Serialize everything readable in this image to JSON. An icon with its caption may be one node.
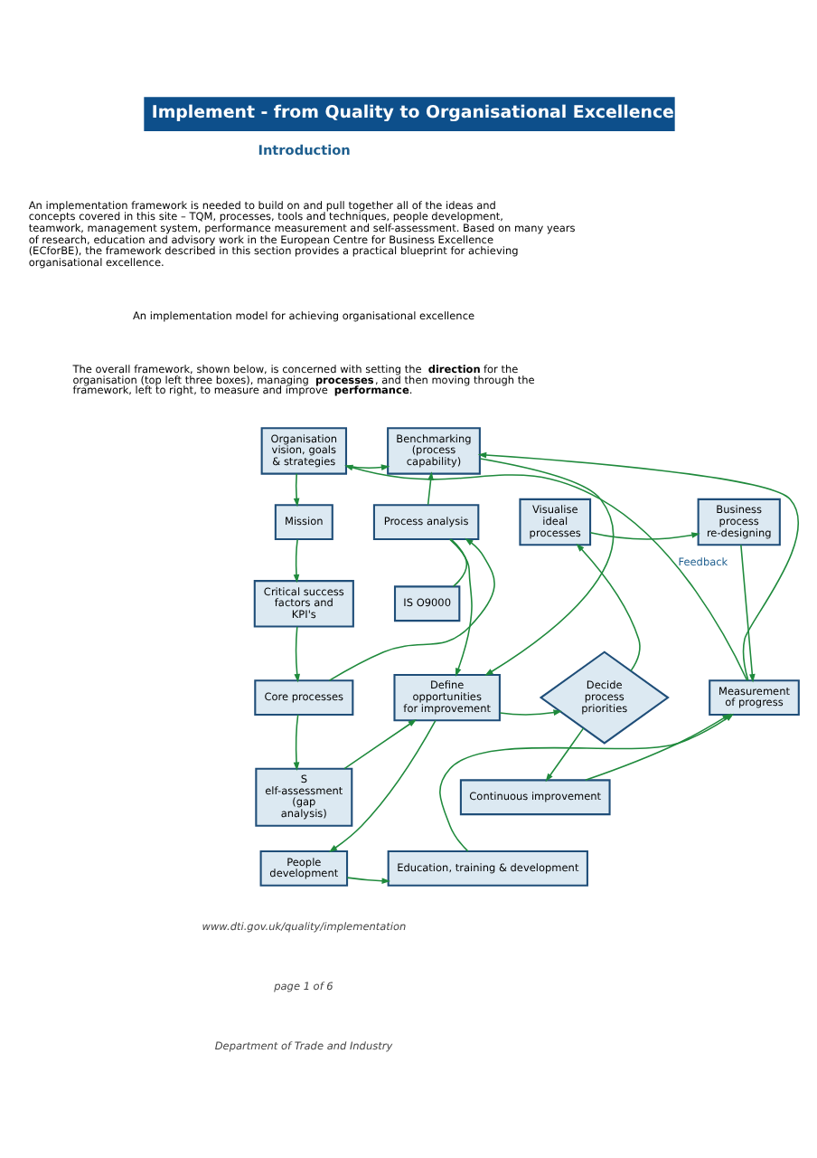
{
  "diagram": {
    "title": "Implement - from Quality to Organisational Excellence",
    "nodes": [
      {
        "text": [
          "Organisation vision, goals & strategies"
        ]
      },
      {
        "text": [
          "Mission"
        ]
      },
      {
        "text": [
          "Critical success factors and KPI's"
        ]
      },
      {
        "text": [
          "Core processes"
        ]
      },
      {
        "text": [
          "Benchmarking (process capability)"
        ]
      },
      {
        "text": [
          "Process analysis"
        ]
      },
      {
        "text": [
          "IS O9000"
        ]
      },
      {
        "text": [
          "Define opportunities for improvement"
        ]
      },
      {
        "text": [
          "S elf-assessment (gap analysis)"
        ]
      },
      {
        "text": [
          "People development"
        ]
      },
      {
        "text": [
          "Visualise ideal processes"
        ]
      },
      {
        "text": [
          "Business process re-designing"
        ]
      },
      {
        "text": [
          "Decide process priorities"
        ]
      },
      {
        "text": [
          "Measurement of progress"
        ]
      },
      {
        "text": [
          "Continuous improvement"
        ]
      },
      {
        "text": [
          "Education, training & development"
        ]
      }
    ],
    "edges": [
      {
        "from": 0,
        "to": 1,
        "arrow": "to"
      },
      {
        "from": 1,
        "to": 2,
        "arrow": "to"
      },
      {
        "from": 2,
        "to": 3,
        "arrow": "to"
      },
      {
        "from": 0,
        "to": 4,
        "arrow": "to"
      },
      {
        "from": 3,
        "to": 5,
        "arrow": "to"
      },
      {
        "from": 3,
        "to": 8,
        "arrow": "to"
      },
      {
        "from": 5,
        "to": 4,
        "arrow": "to"
      },
      {
        "from": 6,
        "to": 5,
        "arrow": "none"
      },
      {
        "from": 5,
        "to": 7,
        "arrow": "to"
      },
      {
        "from": 4,
        "to": 7,
        "arrow": "to"
      },
      {
        "from": 8,
        "to": 7,
        "arrow": "to"
      },
      {
        "from": 7,
        "to": 9,
        "arrow": "to"
      },
      {
        "from": 7,
        "to": 12,
        "arrow": "to"
      },
      {
        "from": 12,
        "to": 10,
        "arrow": "to"
      },
      {
        "from": 12,
        "to": 14,
        "arrow": "to"
      },
      {
        "from": 10,
        "to": 11,
        "arrow": "to"
      },
      {
        "from": 11,
        "to": 13,
        "arrow": "to"
      },
      {
        "from": 14,
        "to": 13,
        "arrow": "to"
      },
      {
        "from": 15,
        "to": 13,
        "arrow": "to"
      },
      {
        "from": 9,
        "to": 15,
        "arrow": "to"
      },
      {
        "from": 13,
        "to": 4,
        "arrow": "to"
      },
      {
        "from": 13,
        "to": 0,
        "arrow": "to",
        "label": "Feedback"
      }
    ],
    "labels": [
      "Introduction",
      "An implementation framework is needed to build on and pull together all of the ideas and concepts covered in this site – TQM, processes, tools and techniques, people development, teamwork, management system, performance measurement and self-assessment. Based on many years of research, education and advisory work in the European Centre for Business Excellence (ECforBE), the framework described in this section provides a practical blueprint for achieving organisational excellence.",
      "An implementation model for achieving organisational excellence",
      "The overall framework, shown below, is concerned with setting the **direction** for the organisation (top left three boxes), managing **processes**, and then moving through the framework, left to right, to measure and improve **performance**.",
      "www.dti.gov.uk/quality/implementation",
      "page 1 of 6",
      "Department of Trade and Industry"
    ]
  }
}
